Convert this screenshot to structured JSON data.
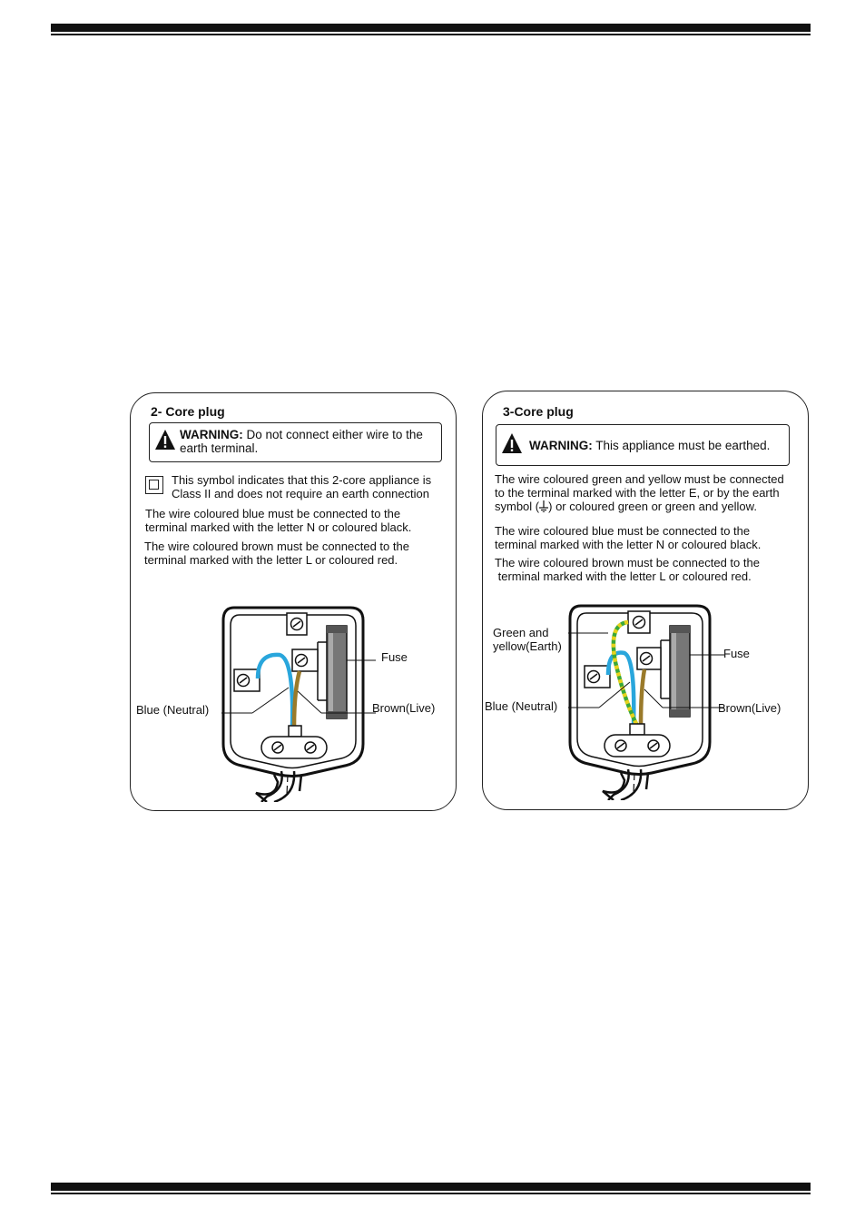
{
  "left_panel": {
    "title": "2- Core plug",
    "warning_label": "WARNING:",
    "warning_text_1": " Do not connect either wire to the",
    "warning_text_2": "earth terminal.",
    "symbol_text_1": "This symbol indicates that this 2-core appliance is",
    "symbol_text_2": "Class II and does not require an earth connection",
    "blue_text": "The wire coloured blue must be connected to the\nterminal marked with the letter N or coloured black.",
    "brown_text": "The wire coloured brown must be connected to the\nterminal marked with the letter L or coloured red.",
    "labels": {
      "fuse": "Fuse",
      "blue": "Blue (Neutral)",
      "brown": "Brown(Live)"
    }
  },
  "right_panel": {
    "title": "3-Core plug",
    "warning_label": "WARNING:",
    "warning_text": " This appliance must be earthed.",
    "earth_text_1": "The wire coloured green and yellow must be connected",
    "earth_text_2": "to the terminal marked with the letter E, or by the earth",
    "earth_text_3a": "symbol (",
    "earth_text_3b": ") or coloured green or green and yellow.",
    "blue_text": "The wire coloured blue must be connected to the\nterminal marked with the letter N or coloured black.",
    "brown_text": "The wire coloured brown must be connected to the\n terminal marked with the letter L or coloured red.",
    "labels": {
      "earth": "Green and\nyellow(Earth)",
      "fuse": "Fuse",
      "blue": "Blue (Neutral)",
      "brown": "Brown(Live)"
    }
  },
  "colors": {
    "blue_wire": "#29a6dc",
    "brown_wire": "#9a7a2a",
    "earth_green": "#3aa83a",
    "earth_yellow": "#e8d21c",
    "ink": "#111111"
  },
  "icons": [
    "warning-triangle-icon",
    "class-ii-symbol-icon",
    "earth-symbol-icon",
    "screw-icon"
  ]
}
